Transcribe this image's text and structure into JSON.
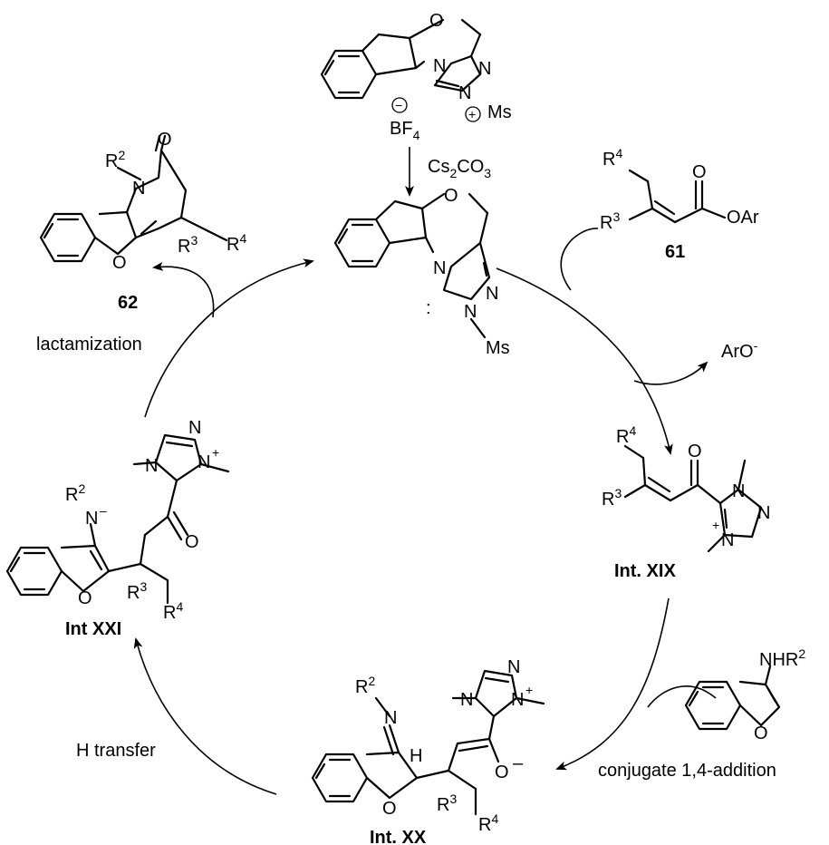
{
  "catalyst": {
    "atoms": {
      "O": "O",
      "N": "N",
      "N2": "N",
      "N3": "N",
      "ms": "Ms",
      "plus": "+",
      "minus": "−",
      "bf": "BF",
      "bf_sub": "4"
    }
  },
  "base": {
    "cs": "Cs",
    "cs_sub": "2",
    "co": "CO",
    "co_sub": "3"
  },
  "carbene": {
    "atoms": {
      "O": "O",
      "N": "N",
      "N2": "N",
      "N3": "N",
      "ms": "Ms",
      "colon": ":"
    }
  },
  "substrate61": {
    "r4": "R",
    "r4_sup": "4",
    "r3": "R",
    "r3_sup": "3",
    "O": "O",
    "OAr": "OAr",
    "label": "61"
  },
  "product62": {
    "r2": "R",
    "r2_sup": "2",
    "N": "N",
    "O_carbonyl": "O",
    "O_ring": "O",
    "r3": "R",
    "r3_sup": "3",
    "r4": "R",
    "r4_sup": "4",
    "label": "62"
  },
  "leaving": {
    "aro": "ArO",
    "aro_sup": "-"
  },
  "step_labels": {
    "lactamization": "lactamization",
    "h_transfer": "H transfer",
    "conjugate": "conjugate 1,4-addition"
  },
  "intXIX": {
    "r4": "R",
    "r4_sup": "4",
    "r3": "R",
    "r3_sup": "3",
    "O": "O",
    "N": "N",
    "N2": "N",
    "N3": "N",
    "plus": "+",
    "label": "Int. XIX"
  },
  "aminobenzofuran": {
    "nhr": "NHR",
    "nhr_sup": "2",
    "O": "O"
  },
  "intXX": {
    "r2": "R",
    "r2_sup": "2",
    "N": "N",
    "H": "H",
    "O_ring": "O",
    "O_minus": "O",
    "minus": "–",
    "r3": "R",
    "r3_sup": "3",
    "r4": "R",
    "r4_sup": "4",
    "Nt": "N",
    "Nt2": "N",
    "Nt3": "N",
    "plus": "+",
    "label": "Int. XX"
  },
  "intXXI": {
    "r2": "R",
    "r2_sup": "2",
    "N": "N",
    "minus": "–",
    "O_ring": "O",
    "O_carbonyl": "O",
    "r3": "R",
    "r3_sup": "3",
    "r4": "R",
    "r4_sup": "4",
    "Nt": "N",
    "Nt2": "N",
    "Nt3": "N",
    "plus": "+",
    "label": "Int XXI"
  }
}
